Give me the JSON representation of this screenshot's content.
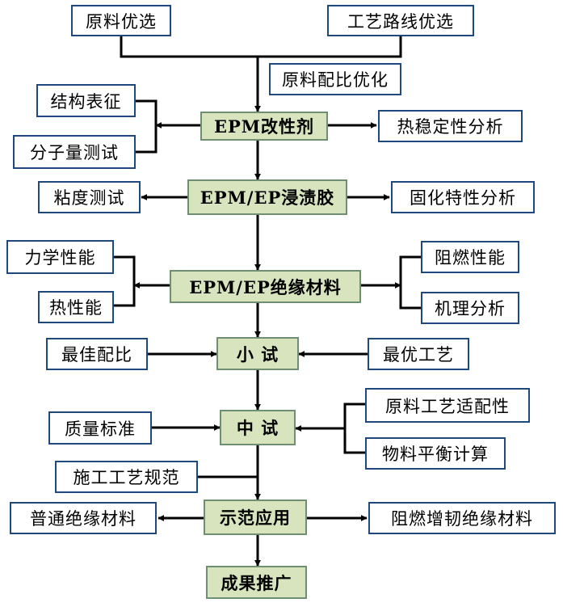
{
  "colors": {
    "main_fill": "#d7e4bd",
    "main_border": "#6f8f73",
    "side_border": "#1f497d",
    "line": "#000000"
  },
  "nodes": {
    "raw_select": "原料优选",
    "route_select": "工艺路线优选",
    "ratio_opt": "原料配比优化",
    "structure_char": "结构表征",
    "mw_test": "分子量测试",
    "epm_modifier": "EPM改性剂",
    "thermal_stab": "热稳定性分析",
    "viscosity_test": "粘度测试",
    "impreg_glue": "EPM/EP浸渍胶",
    "curing_analysis": "固化特性分析",
    "mech_perf": "力学性能",
    "thermal_perf": "热性能",
    "insul_material": "EPM/EP绝缘材料",
    "flame_perf": "阻燃性能",
    "mech_analysis": "机理分析",
    "best_ratio": "最佳配比",
    "small_trial": "小 试",
    "best_process": "最优工艺",
    "quality_std": "质量标准",
    "pilot_trial": "中 试",
    "raw_process_fit": "原料工艺适配性",
    "material_balance": "物料平衡计算",
    "construction_spec": "施工工艺规范",
    "common_insul": "普通绝缘材料",
    "demo_app": "示范应用",
    "flame_tough": "阻燃增韧绝缘材料",
    "promotion": "成果推广"
  }
}
